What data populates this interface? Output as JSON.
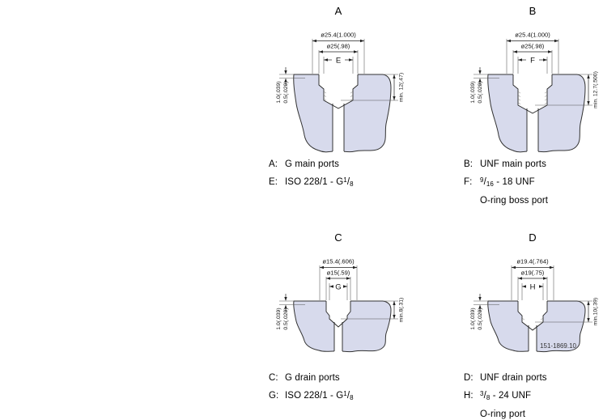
{
  "figures": [
    {
      "label": "A",
      "dim_outer": "ø25.4(1.000)",
      "dim_inner": "ø25(.98)",
      "port_letter": "E",
      "dim_step1": "1.0(.039)",
      "dim_step2": "0.5(.020)",
      "dim_depth": "min. 12(.47)"
    },
    {
      "label": "B",
      "dim_outer": "ø25.4(1.000)",
      "dim_inner": "ø25(.98)",
      "port_letter": "F",
      "dim_step1": "1.0(.039)",
      "dim_step2": "0.5(.020)",
      "dim_depth": "min. 12.7(.500)"
    },
    {
      "label": "C",
      "dim_outer": "ø15.4(.606)",
      "dim_inner": "ø15(.59)",
      "port_letter": "G",
      "dim_step1": "1.0(.039)",
      "dim_step2": "0.5(.020)",
      "dim_depth": "min.8(.31)"
    },
    {
      "label": "D",
      "dim_outer": "ø19.4(.764)",
      "dim_inner": "ø19(.75)",
      "port_letter": "H",
      "dim_step1": "1.0(.039)",
      "dim_step2": "0.5(.020)",
      "dim_depth": "min.10(.39)"
    }
  ],
  "legends": {
    "a": {
      "l1_key": "A:",
      "l1_text": "G main ports",
      "l2_key": "E:",
      "l2_pre": "ISO 228/1 - G",
      "l2_sup": "1",
      "l2_slash": "/",
      "l2_sub": "8"
    },
    "b": {
      "l1_key": "B:",
      "l1_text": "UNF main ports",
      "l2_key": "F:",
      "l2_sup": "9",
      "l2_slash": "/",
      "l2_sub": "16",
      "l2_post": " - 18 UNF",
      "l3_text": "O-ring boss port"
    },
    "c": {
      "l1_key": "C:",
      "l1_text": "G drain ports",
      "l2_key": "G:",
      "l2_pre": "ISO 228/1 - G",
      "l2_sup": "1",
      "l2_slash": "/",
      "l2_sub": "8"
    },
    "d": {
      "l1_key": "D:",
      "l1_text": "UNF drain ports",
      "l2_key": "H:",
      "l2_sup": "3",
      "l2_slash": "/",
      "l2_sub": "8",
      "l2_post": " - 24 UNF",
      "l3_text": "O-ring port"
    }
  },
  "drawing_number": "151-1869.10",
  "colors": {
    "body_fill": "#d7daec",
    "line": "#222222"
  }
}
